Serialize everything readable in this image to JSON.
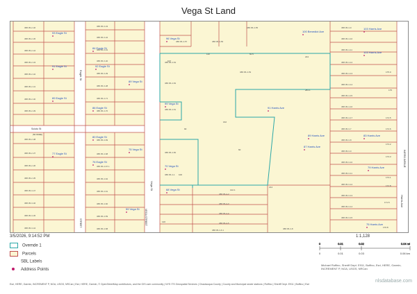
{
  "title": "Vega St Land",
  "date": "3/5/2026, 9:14:52 PM",
  "legend": {
    "overlay": "Ovemde 1",
    "parcels": "Parcels",
    "sbl": "SBL Labels",
    "address": "Address Points"
  },
  "scale": {
    "ratio": "1:1,128",
    "top_ticks": [
      "0",
      "0.01",
      "0.02",
      "0.04 mi"
    ],
    "bottom_ticks": [
      "0",
      "0.01",
      "0.03",
      "0.06 km"
    ]
  },
  "attribution_small": "Michael Ruffino, Sheriff Dept. E911, Buffino, Esri, HERE, Garmin, INCREMENT P, NGA, USGS, NRCan",
  "attribution_bottom": "Esri, HERE, Garmin, INCREMENT P, NGA, USGS, NRCan | Esri, HERE, Garmin, © OpenStreetMap contributors, and the GIS user community | NYS ITS Geospatial Services | Chautauqua County | County and Municipal sewer stations | Ruffino | Sheriff Dept. E911 | Buffino | Esri",
  "watermark": "nlsdatabase.com",
  "streets": {
    "eagle": "Eagle St",
    "vega": "Vega St",
    "vega_street": "VEGA STREET",
    "harris": "Harris Ave",
    "harris_avenue": "HARRIS AVENUE",
    "scioto": "Scioto St",
    "scioto_sub": "(50 WIDE)",
    "street": "STREET"
  },
  "addresses": [
    {
      "t": "93 Eagle St"
    },
    {
      "t": "84 Eagle St"
    },
    {
      "t": "92 Eagle St"
    },
    {
      "t": "91 Eagle St"
    },
    {
      "t": "89 Eagle St"
    },
    {
      "t": "86 Eagle St"
    },
    {
      "t": "80 Eagle St"
    },
    {
      "t": "77 Eagle St"
    },
    {
      "t": "76 Eagle St"
    },
    {
      "t": "96 Vega St"
    },
    {
      "t": "89 Vega St"
    },
    {
      "t": "99 Vega St"
    },
    {
      "t": "75 Vega St"
    },
    {
      "t": "70 Vega St"
    },
    {
      "t": "68 Vega St"
    },
    {
      "t": "59 Vega St"
    },
    {
      "t": "100 Benedict Ave"
    },
    {
      "t": "103 Harris Ave"
    },
    {
      "t": "103 Harris Ave"
    },
    {
      "t": "91 Harris Ave"
    },
    {
      "t": "89 Harris Ave"
    },
    {
      "t": "87 Harris Ave"
    },
    {
      "t": "83 Harris Ave"
    },
    {
      "t": "79 Harris Ave"
    },
    {
      "t": "75 Harris Ave"
    },
    {
      "t": "61 Harris Ave"
    }
  ],
  "sbl": [
    "388.05-2-46",
    "388.05-2-45",
    "388.05-2-44",
    "388.05-2-43",
    "388.05-2-42",
    "388.05-2-41",
    "388.05-2-40",
    "388.05-2-39",
    "388.05-2-38",
    "388.05-2-37",
    "388.05-2-36",
    "388.05-2-35",
    "388.05-3-47",
    "388.05-3-46",
    "388.05-3-45",
    "388.05-3-44",
    "388.05-3-43",
    "388.05-3-42",
    "388.05-3-41",
    "388.05-3-40",
    "388.05-3-39",
    "388.05-3-38",
    "388.05-4-71",
    "388.05-4-70",
    "388.05-4-69",
    "388.05-4-68",
    "388.05-4-67.1",
    "388.05-4-62",
    "388.05-4-61",
    "388.05-4-60",
    "388.05-4-59",
    "388.05-4-58",
    "388.05-4-57",
    "388.05-4-56",
    "388.05-4-55",
    "388.05-4-54",
    "388.05-4-53",
    "388.05-4-52",
    "388.05-4-51",
    "388.05-4-50",
    "388.05-4-1",
    "388.05-4-2",
    "388.05-4-3",
    "388.05-4-4",
    "388.05-4-5",
    "388.05-4-6.1",
    "388.05-4-8",
    "388.05-4-9",
    "388.05-4-10",
    "388.05-4-11",
    "388.05-4-12",
    "388.05-4-13",
    "388.05-4-14",
    "388.05-4-15",
    "388.05-4-16",
    "388.05-4-17",
    "388.05-3-7",
    "388.05-3-8",
    "388.05-3-9",
    "388.05-3-10",
    "388.05-3-11",
    "388.05-3-12",
    "388.05-3-13",
    "388.05-3-14",
    "388.05-3-15",
    "388.05-3-16",
    "388.05-3-6",
    "388.05-4-57.2",
    "388.05-2-10",
    "388.05-2-11",
    "388.05-2-12",
    "388.05-2-13",
    "388.05-2-14"
  ],
  "dims": [
    "224",
    "175.0",
    "175",
    "281.1",
    "174.5",
    "173.2",
    "174.6",
    "173.3",
    "173.1",
    "172.8",
    "171.5",
    "170.8",
    "142.1",
    "214",
    "162",
    "90",
    "60",
    "100",
    "120",
    "60.5",
    "110",
    "107"
  ],
  "colors": {
    "parcel_fill": "#fbf6d3",
    "parcel_line": "#c0504d",
    "overlay": "#2aa7a7",
    "address_text": "#1f4fbf",
    "address_point": "#c0186b",
    "road": "#ffffff"
  }
}
